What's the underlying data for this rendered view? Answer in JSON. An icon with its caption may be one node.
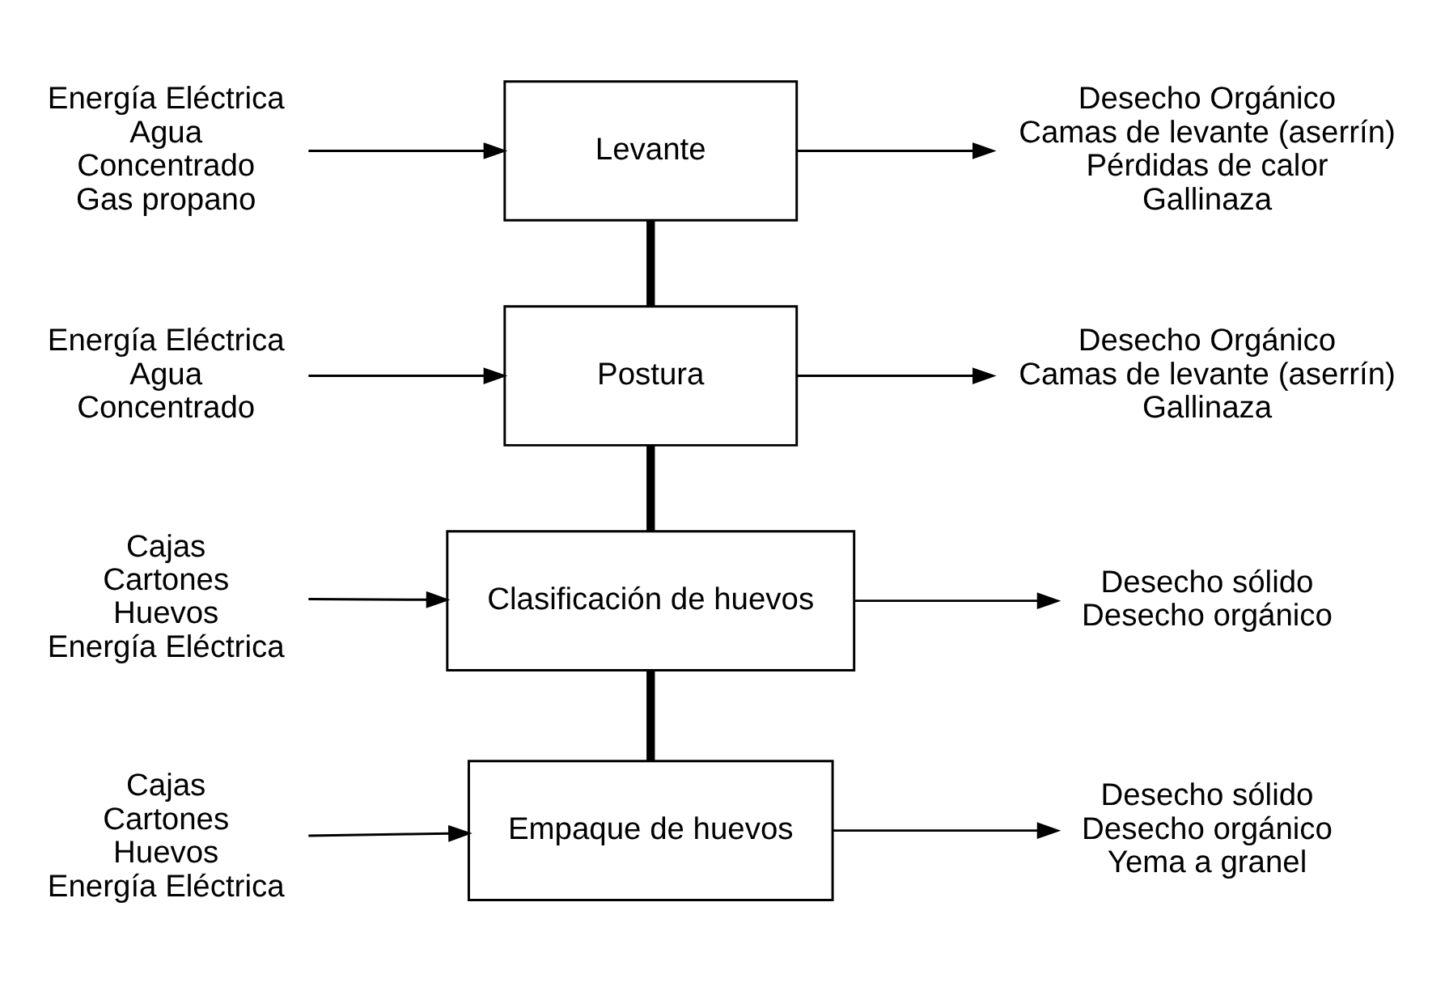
{
  "diagram": {
    "nodes": [
      {
        "text": [
          "Energía Eléctrica",
          "Agua",
          "Concentrado",
          "Gas propano"
        ]
      },
      {
        "text": [
          "Levante"
        ]
      },
      {
        "text": [
          "Desecho Orgánico",
          "Camas de levante (aserrín)",
          "Pérdidas de calor",
          "Gallinaza"
        ]
      },
      {
        "text": [
          "Energía Eléctrica",
          "Agua",
          "Concentrado"
        ]
      },
      {
        "text": [
          "Postura"
        ]
      },
      {
        "text": [
          "Desecho Orgánico",
          "Camas de levante (aserrín)",
          "Gallinaza"
        ]
      },
      {
        "text": [
          "Cajas",
          "Cartones",
          "Huevos",
          "Energía Eléctrica"
        ]
      },
      {
        "text": [
          "Clasificación de huevos"
        ]
      },
      {
        "text": [
          "Desecho sólido",
          "Desecho orgánico"
        ]
      },
      {
        "text": [
          "Cajas",
          "Cartones",
          "Huevos",
          "Energía Eléctrica"
        ]
      },
      {
        "text": [
          "Empaque de huevos"
        ]
      },
      {
        "text": [
          "Desecho sólido",
          "Desecho orgánico",
          "Yema a granel"
        ]
      }
    ],
    "edges": [
      {
        "from": 0,
        "to": 1,
        "arrow": "to"
      },
      {
        "from": 1,
        "to": 2,
        "arrow": "to"
      },
      {
        "from": 3,
        "to": 4,
        "arrow": "to"
      },
      {
        "from": 4,
        "to": 5,
        "arrow": "to"
      },
      {
        "from": 6,
        "to": 7,
        "arrow": "to"
      },
      {
        "from": 7,
        "to": 8,
        "arrow": "to"
      },
      {
        "from": 9,
        "to": 10,
        "arrow": "to"
      },
      {
        "from": 10,
        "to": 11,
        "arrow": "to"
      },
      {
        "from": 1,
        "to": 4,
        "arrow": "none",
        "style": "thick"
      },
      {
        "from": 4,
        "to": 7,
        "arrow": "none",
        "style": "thick"
      },
      {
        "from": 7,
        "to": 10,
        "arrow": "none",
        "style": "thick"
      }
    ]
  }
}
